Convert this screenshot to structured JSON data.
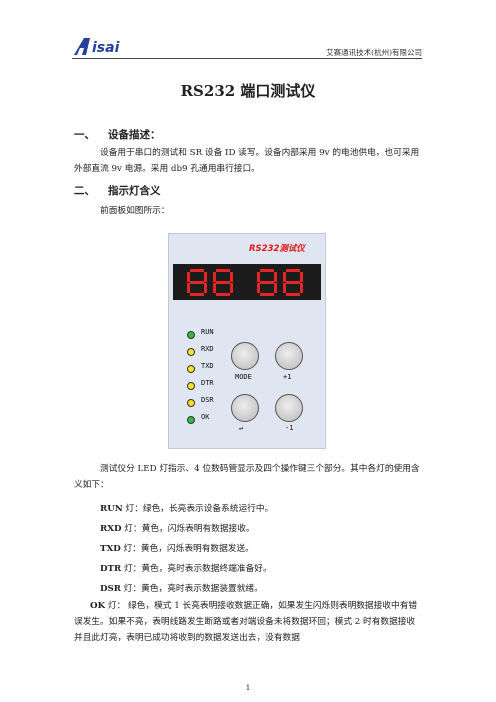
{
  "header": {
    "logo_text": "AISAI",
    "company": "艾赛通讯技术(杭州)有限公司"
  },
  "title": "RS232 端口测试仪",
  "section1": {
    "number": "一、",
    "heading": "设备描述：",
    "text": "设备用于串口的测试和 SR 设备 ID 读写。设备内部采用 9v 的电池供电，也可采用外部直流 9v 电源。采用 db9 孔通用串行接口。"
  },
  "section2": {
    "number": "二、",
    "heading": "指示灯含义",
    "intro": "前面板如图所示："
  },
  "panel": {
    "title": "RS232测试仪",
    "leds": [
      {
        "label": "RUN",
        "color": "#2ebe3d"
      },
      {
        "label": "RXD",
        "color": "#f3e325"
      },
      {
        "label": "TXD",
        "color": "#f3e325"
      },
      {
        "label": "DTR",
        "color": "#f3e325"
      },
      {
        "label": "DSR",
        "color": "#f3e325"
      },
      {
        "label": "OK",
        "color": "#2ebe3d"
      }
    ],
    "buttons": {
      "mode": "MODE",
      "plus1": "+1",
      "enter": "↵",
      "minus1": "-1"
    }
  },
  "description": "测试仪分 LED 灯指示、4 位数码管显示及四个操作键三个部分。其中各灯的使用含义如下：",
  "lamps": [
    {
      "name": "RUN",
      "text": "灯：绿色，长亮表示设备系统运行中。"
    },
    {
      "name": "RXD",
      "text": "灯：黄色，闪烁表明有数据接收。"
    },
    {
      "name": "TXD",
      "text": "灯：黄色，闪烁表明有数据发送。"
    },
    {
      "name": "DTR",
      "text": "灯：黄色，亮时表示数据终端准备好。"
    },
    {
      "name": "DSR",
      "text": "灯：黄色，亮时表示数据装置就绪。"
    }
  ],
  "ok_lamp": {
    "name": "OK",
    "text": "灯：    绿色，模式 1 长亮表明接收数据正确，如果发生闪烁则表明数据接收中有错误发生。如果不亮，表明线路发生断路或者对端设备未将数据环回；模式 2 时有数据接收并且此灯亮，表明已成功将收到的数据发送出去，没有数据"
  },
  "page_number": "1"
}
